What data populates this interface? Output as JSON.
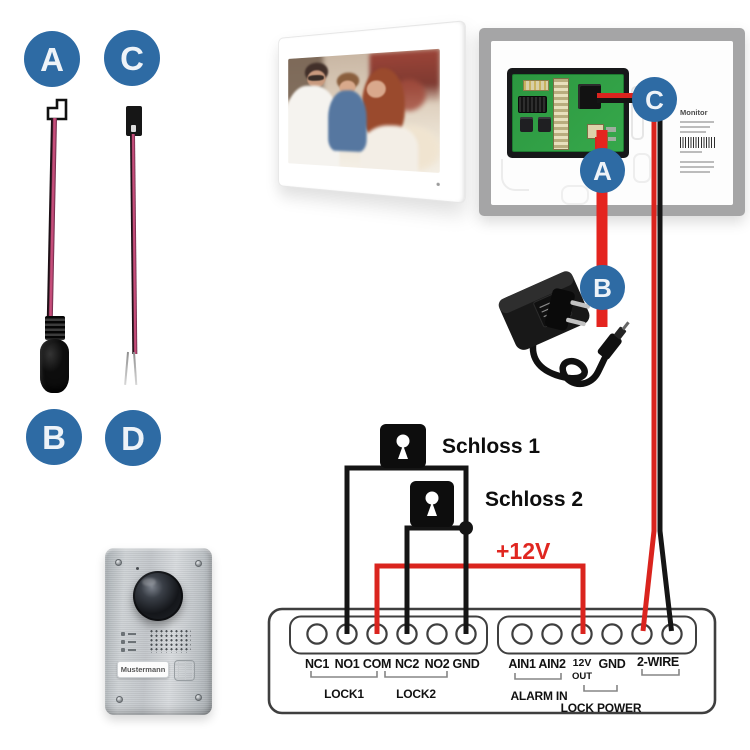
{
  "markers": {
    "a": "A",
    "b": "B",
    "c": "C",
    "d": "D"
  },
  "wiring": {
    "lock1_label": "Schloss 1",
    "lock2_label": "Schloss 2",
    "voltage_label": "+12V"
  },
  "monitor_sticker": {
    "title": "Monitor"
  },
  "doorbell": {
    "nameplate": "Mustermann"
  },
  "terminal_block": {
    "left": [
      "NC1",
      "NO1",
      "COM",
      "NC2",
      "NO2",
      "GND"
    ],
    "right": [
      "AIN1",
      "AIN2",
      "12V",
      "GND",
      "2-WIRE"
    ],
    "out_label": "OUT",
    "groups": [
      "LOCK1",
      "LOCK2",
      "ALARM IN",
      "LOCK POWER"
    ]
  },
  "colors": {
    "marker_blue": "#2e6ba4",
    "wire_red": "#da241e",
    "wire_black": "#151515"
  }
}
